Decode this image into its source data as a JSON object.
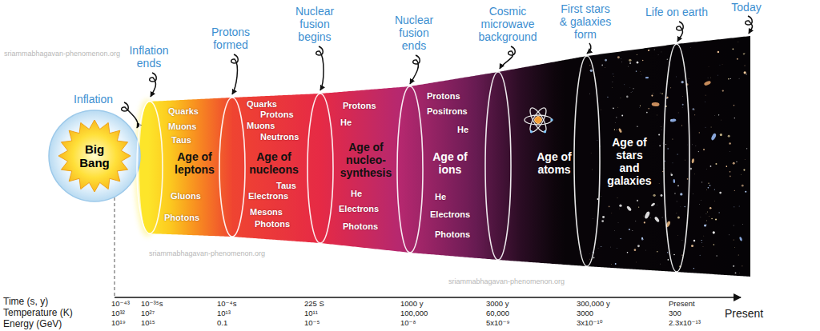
{
  "diagram": {
    "nodes": [
      {
        "text": [
          "Big Bang"
        ]
      },
      {
        "text": [
          "Quarks",
          "Muons",
          "Taus",
          "Age of leptons",
          "Gluons",
          "Photons"
        ]
      },
      {
        "text": [
          "Quarks",
          "Protons",
          "Muons",
          "Neutrons",
          "Age of nucleons",
          "Taus",
          "Electrons",
          "Mesons",
          "Photons"
        ]
      },
      {
        "text": [
          "Protons",
          "He",
          "Age of nucleo- synthesis",
          "He",
          "Electrons",
          "Photons"
        ]
      },
      {
        "text": [
          "Protons",
          "Positrons",
          "He",
          "Age of ions",
          "He",
          "Electrons",
          "Photons"
        ]
      },
      {
        "text": [
          "Age of atoms"
        ]
      },
      {
        "text": [
          "Age of stars and galaxies"
        ]
      }
    ],
    "labels": [
      "Inflation",
      "Inflation ends",
      "Protons formed",
      "Nuclear fusion begins",
      "Nuclear fusion ends",
      "Cosmic microwave background",
      "First stars & galaxies form",
      "Life on earth",
      "Today",
      "Time (s, y)",
      "Temperature (K)",
      "Energy (GeV)",
      "10⁻⁴³",
      "10³²",
      "10¹⁹",
      "10⁻³⁵s",
      "10²⁷",
      "10¹⁵",
      "10⁻⁴s",
      "10¹³",
      "0.1",
      "225 S",
      "10¹¹",
      "10⁻⁵",
      "1000 y",
      "100,000",
      "10⁻⁸",
      "3000 y",
      "60,000",
      "5x10⁻⁹",
      "300,000 y",
      "3000",
      "3x10⁻¹⁰",
      "Present",
      "300",
      "2.3x10⁻¹³",
      "Present",
      "sriammabhagavan-phenomenon.org",
      "sriammabhagavan-phenomenon.org",
      "sriammabhagavan-phenomenon.org"
    ]
  }
}
